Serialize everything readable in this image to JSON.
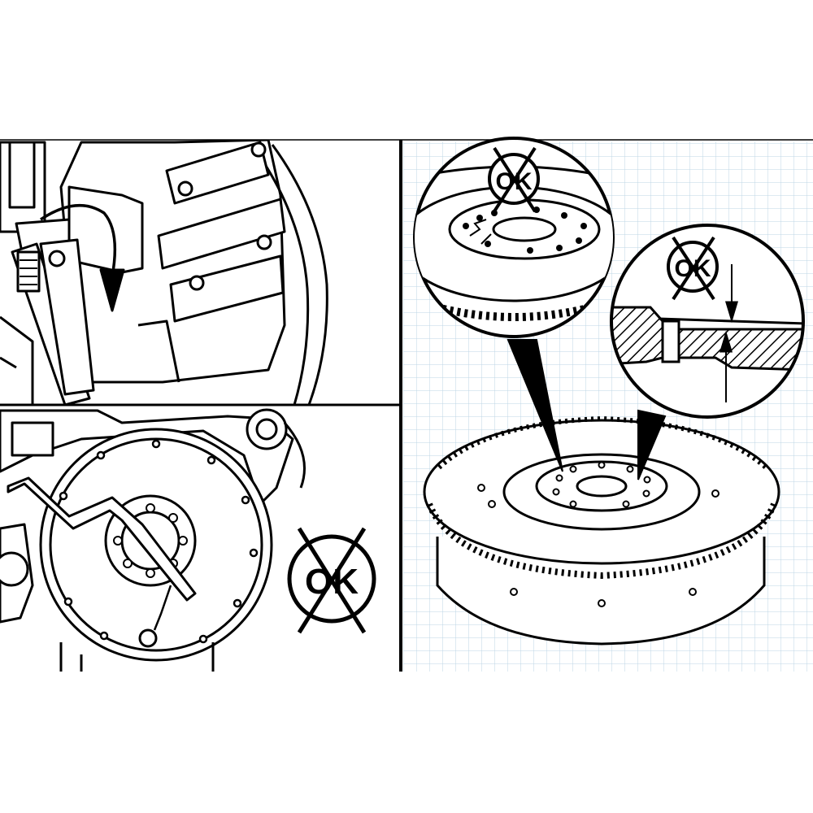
{
  "figure": {
    "panels": [
      {
        "id": "crankshaft-detail",
        "label": ""
      },
      {
        "id": "flywheel-housing-runout",
        "label": ""
      },
      {
        "id": "flywheel-inspection",
        "label": ""
      }
    ],
    "symbols": {
      "ok_text": "OK",
      "cross_meaning": "not-ok-crossed-out"
    },
    "colors": {
      "ink": "#000000",
      "paper": "#ffffff",
      "grid_line": "#bcd6e6"
    }
  }
}
